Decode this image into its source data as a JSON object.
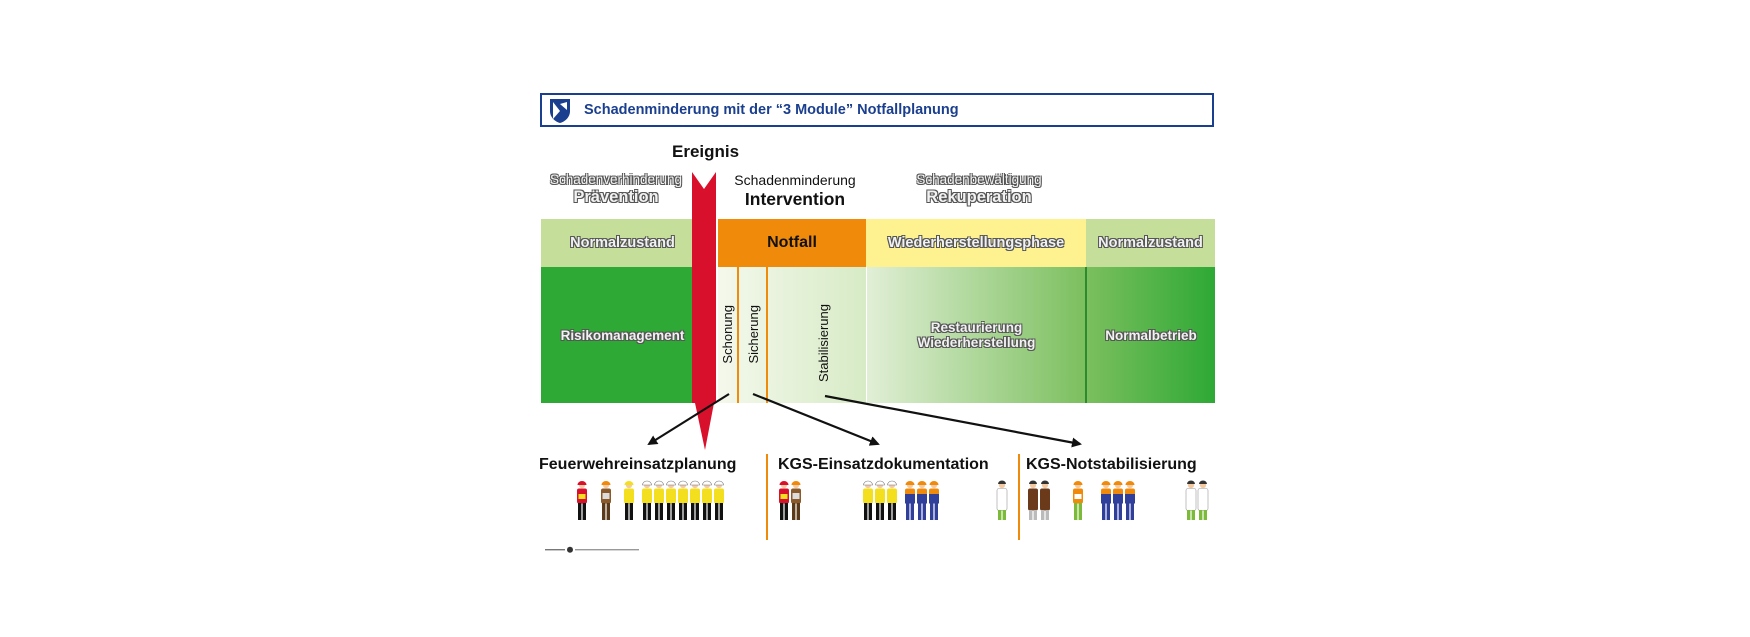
{
  "header": {
    "title": "Schadenminderung mit der “3 Module” Notfallplanung",
    "logo_icon": "shield-icon"
  },
  "event": {
    "label": "Ereignis"
  },
  "stages": [
    {
      "small": "Schadenverhinderung",
      "big": "Prävention"
    },
    {
      "small": "Schadenminderung",
      "big": "Intervention"
    },
    {
      "small": "Schadenbewältigung",
      "big": "Rekuperation"
    }
  ],
  "phases": {
    "normal_left": "Normalzustand",
    "notfall": "Notfall",
    "wiederherstellung": "Wiederherstellungsphase",
    "normal_right": "Normalzustand"
  },
  "activities": {
    "risk": "Risikomanagement",
    "schonung": "Schonung",
    "sicherung": "Sicherung",
    "stabilisierung": "Stabilisierung",
    "restaurierung_line1": "Restaurierung",
    "restaurierung_line2": "Wiederherstellung",
    "normalbetrieb": "Normalbetrieb"
  },
  "modules": [
    {
      "title": "Feuerwehreinsatzplanung"
    },
    {
      "title": "KGS-Einsatzdokumentation"
    },
    {
      "title": "KGS-Notstabilisierung"
    }
  ],
  "colors": {
    "brand_blue": "#1b3f8f",
    "event_red": "#d9102b",
    "notfall_orange": "#f08a0b",
    "wiederherstellung_yellow": "#fdf28f",
    "normal_light_green": "#c5df9b",
    "risk_green": "#2ea935",
    "firefighter_yellow": "#f4df1f",
    "worker_blue": "#2f3f9a"
  }
}
